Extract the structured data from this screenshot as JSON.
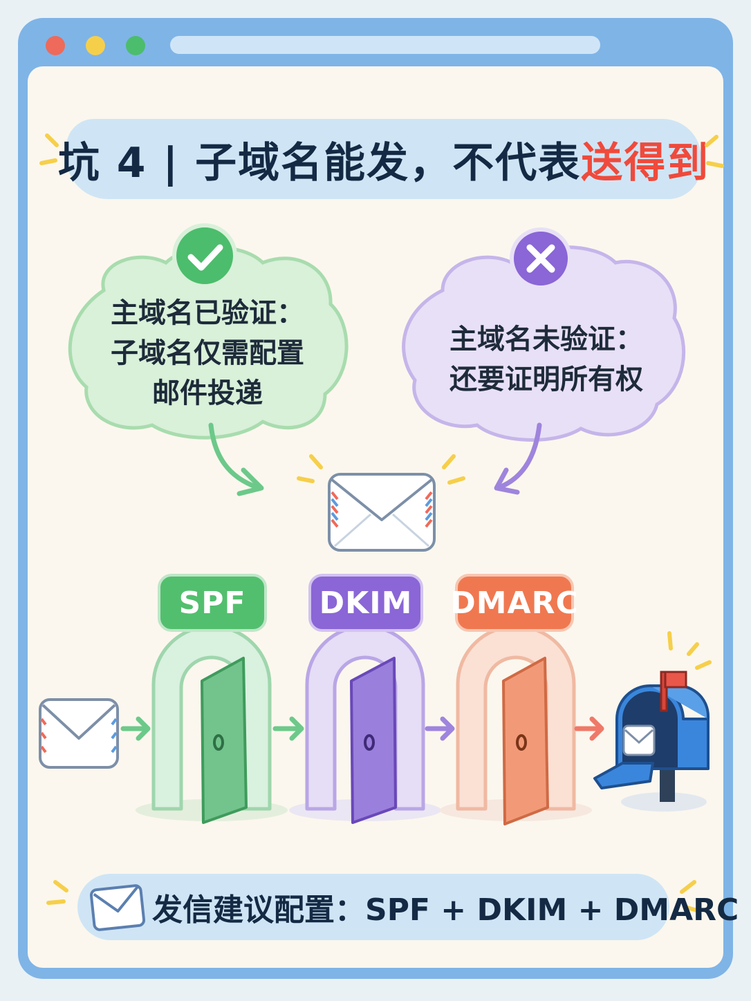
{
  "colors": {
    "frame": "#7fb4e7",
    "paper": "#fbf7ee",
    "green": "#4cbd6c",
    "purple": "#8a66d6",
    "orange": "#f07850",
    "red_accent": "#ef4a3c",
    "dot_red": "#ee6a5a",
    "dot_yellow": "#f6cf4a",
    "dot_green": "#4cbd6c"
  },
  "title": {
    "prefix": "坑 4 | 子域名能发，不代表",
    "highlight": "送得到"
  },
  "left_bubble": {
    "icon": "check-icon",
    "line1": "主域名已验证：",
    "line2": "子域名仅需配置",
    "line3": "邮件投递"
  },
  "right_bubble": {
    "icon": "x-icon",
    "line1": "主域名未验证：",
    "line2": "还要证明所有权"
  },
  "gates": [
    {
      "label": "SPF",
      "icon": "door-icon"
    },
    {
      "label": "DKIM",
      "icon": "door-icon"
    },
    {
      "label": "DMARC",
      "icon": "door-icon"
    }
  ],
  "footer": {
    "icon": "envelope-icon",
    "text": "发信建议配置：SPF + DKIM + DMARC"
  }
}
